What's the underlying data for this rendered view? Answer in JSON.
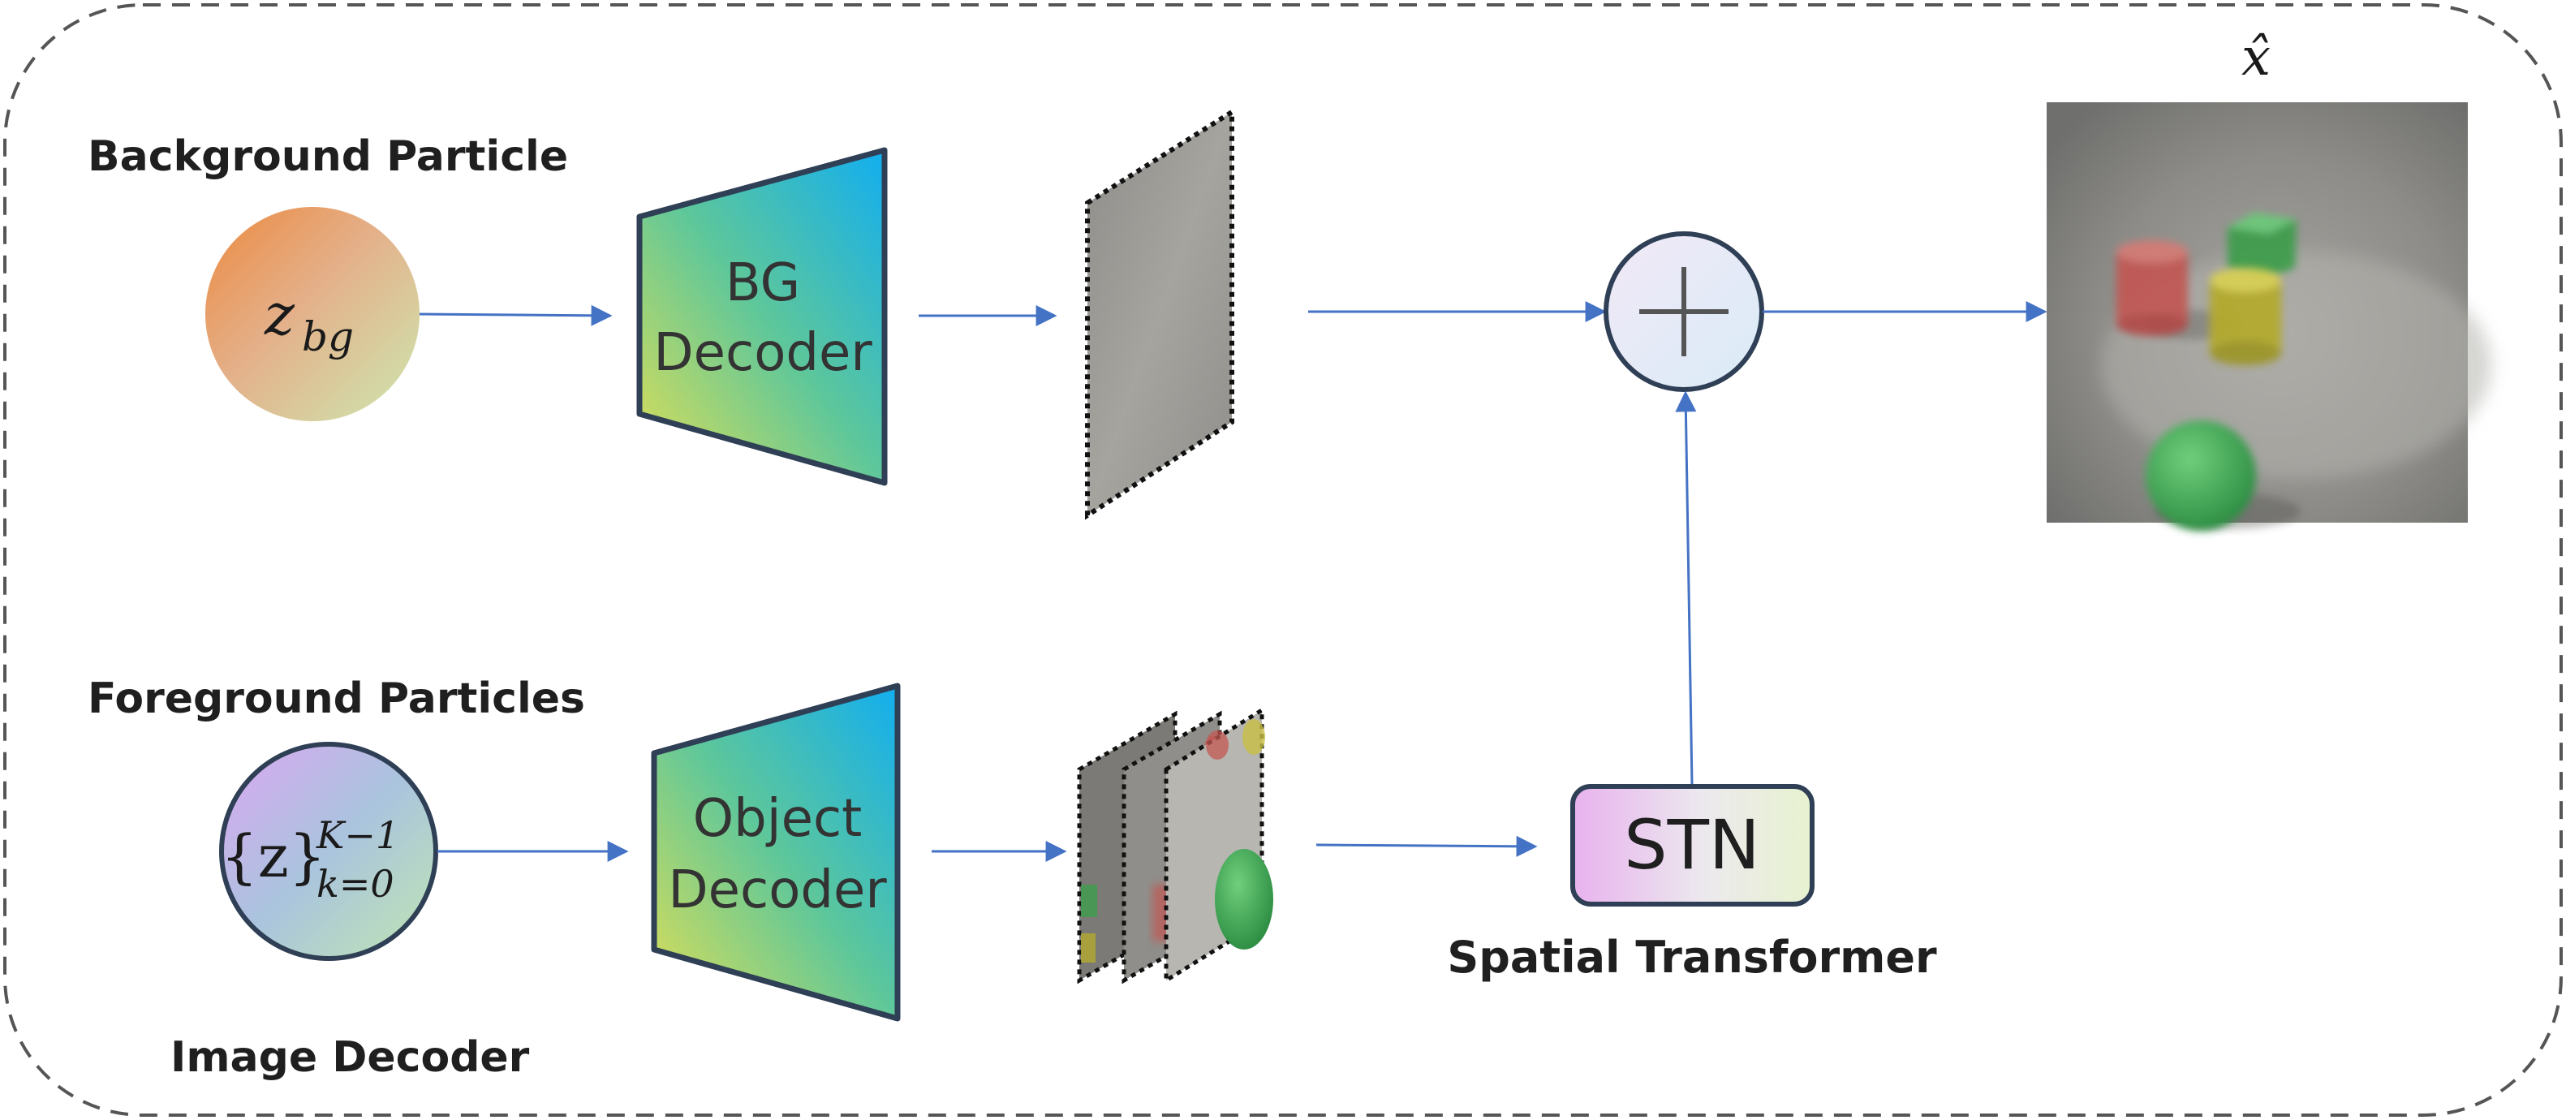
{
  "labels": {
    "background_particle": "Background Particle",
    "foreground_particles": "Foreground Particles",
    "image_decoder": "Image Decoder",
    "spatial_transformer": "Spatial Transformer",
    "output_symbol": "x̂"
  },
  "nodes": {
    "bg_particle_var": "z",
    "bg_particle_sub": "bg",
    "fg_particle_base": "{z}",
    "fg_particle_sup": "K−1",
    "fg_particle_sub": "k=0",
    "bg_decoder_line1": "BG",
    "bg_decoder_line2": "Decoder",
    "obj_decoder_line1": "Object",
    "obj_decoder_line2": "Decoder",
    "stn": "STN"
  },
  "colors": {
    "arrow": "#4472c4",
    "border_dash": "#555555",
    "outline": "#2f3f55"
  }
}
